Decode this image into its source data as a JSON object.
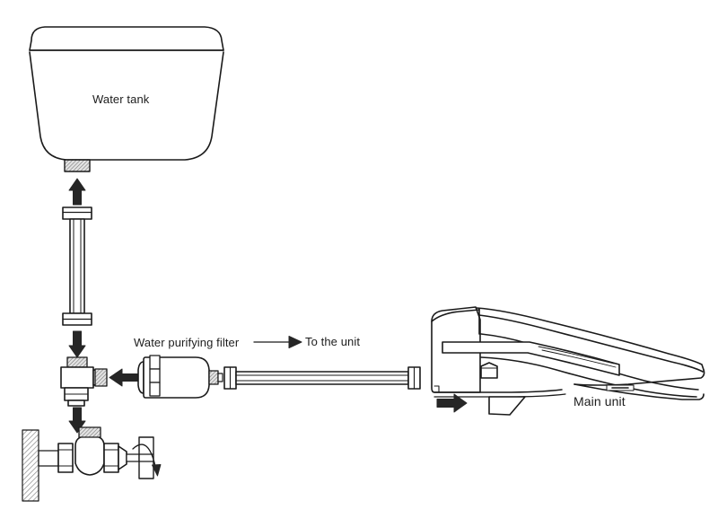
{
  "diagram": {
    "title": "Water supply connection diagram",
    "type": "exploded-installation-diagram",
    "background_color": "#ffffff",
    "line_color": "#1a1a1a",
    "hatch_color": "#8c8c8c",
    "arrow_color": "#262626"
  },
  "labels": {
    "water_tank": "Water tank",
    "water_purifying_filter": "Water purifying filter",
    "to_the_unit": "To the unit",
    "main_unit": "Main unit"
  },
  "components": [
    {
      "id": "water-tank",
      "name": "Water tank",
      "description": "Large tapered reservoir with lid at top and threaded outlet at bottom center"
    },
    {
      "id": "tank-outlet-port",
      "name": "Tank outlet port",
      "description": "Hatched threaded nipple on underside of water tank"
    },
    {
      "id": "vertical-supply-hose",
      "name": "Vertical supply hose",
      "description": "Flexible hose with hex nut fittings at both ends connecting branch valve to tank"
    },
    {
      "id": "branch-tee-valve",
      "name": "Branch tee valve",
      "description": "T-shaped branch fitting with side port for the purifying filter"
    },
    {
      "id": "water-purifying-filter",
      "name": "Water purifying filter",
      "description": "Capsule shaped inline filter cartridge with banded body"
    },
    {
      "id": "horizontal-supply-hose",
      "name": "Horizontal supply hose",
      "description": "Straight hose with nut fittings running to the main unit"
    },
    {
      "id": "main-unit",
      "name": "Main unit",
      "description": "Side profile of electronic bidet seat unit"
    },
    {
      "id": "shutoff-valve",
      "name": "Wall shutoff valve",
      "description": "Angle stop valve mounted to hatched wall with round handle"
    }
  ],
  "arrows": [
    {
      "id": "arrow-hose-to-tank",
      "direction": "up",
      "style": "solid-block",
      "meaning": "connect hose up to tank outlet"
    },
    {
      "id": "arrow-hose-to-tee",
      "direction": "down",
      "style": "solid-block",
      "meaning": "connect hose down to branch valve"
    },
    {
      "id": "arrow-filter-to-tee",
      "direction": "left",
      "style": "solid-block",
      "meaning": "attach filter to branch valve side port"
    },
    {
      "id": "arrow-tee-to-valve",
      "direction": "down",
      "style": "solid-block",
      "meaning": "connect branch valve down to shutoff valve"
    },
    {
      "id": "arrow-hose-to-main-unit",
      "direction": "right",
      "style": "solid-block",
      "meaning": "connect hose to main unit inlet"
    },
    {
      "id": "arrow-to-the-unit",
      "direction": "right",
      "style": "thin-line",
      "meaning": "water flows to the unit"
    },
    {
      "id": "arrow-handle-rotation",
      "direction": "clockwise",
      "style": "curved",
      "meaning": "turn handle to open or close"
    }
  ]
}
